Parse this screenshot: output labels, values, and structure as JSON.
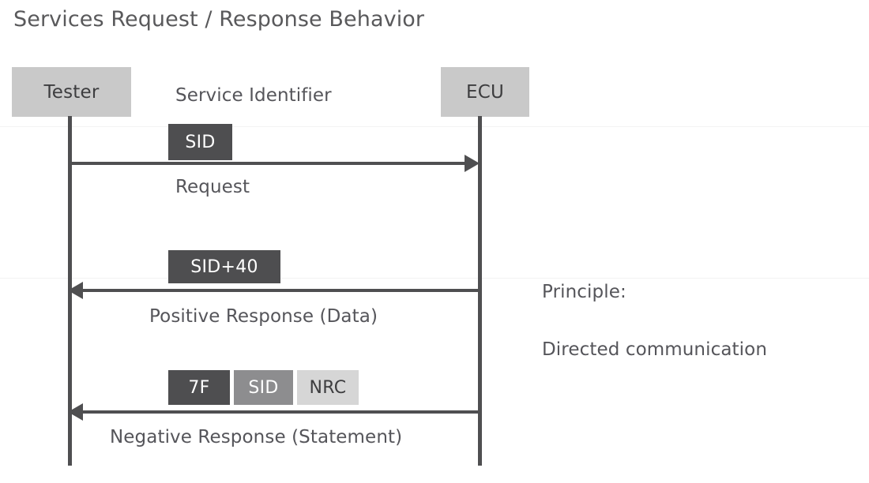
{
  "diagram": {
    "title": "Services Request / Response Behavior",
    "type": "sequence-diagram",
    "participants": [
      {
        "id": "tester",
        "label": "Tester"
      },
      {
        "id": "ecu",
        "label": "ECU"
      }
    ],
    "column_header": "Service Identifier",
    "messages": [
      {
        "id": "request",
        "direction": "tester-to-ecu",
        "label": "Request",
        "pdu": [
          {
            "text": "SID",
            "shade": "dark"
          }
        ]
      },
      {
        "id": "positive-response",
        "direction": "ecu-to-tester",
        "label": "Positive Response (Data)",
        "pdu": [
          {
            "text": "SID+40",
            "shade": "dark"
          }
        ]
      },
      {
        "id": "negative-response",
        "direction": "ecu-to-tester",
        "label": "Negative Response (Statement)",
        "pdu": [
          {
            "text": "7F",
            "shade": "dark"
          },
          {
            "text": "SID",
            "shade": "mid"
          },
          {
            "text": "NRC",
            "shade": "light"
          }
        ]
      }
    ],
    "notes": {
      "principle_heading": "Principle:",
      "principle_text": "Directed communication"
    },
    "colors": {
      "participant_fill": "#c9c9c9",
      "pdu_dark": "#4e4e50",
      "pdu_mid": "#8d8d8f",
      "pdu_light": "#d6d6d6",
      "line": "#4f4f51",
      "text": "#55555a",
      "background": "#ffffff"
    }
  }
}
